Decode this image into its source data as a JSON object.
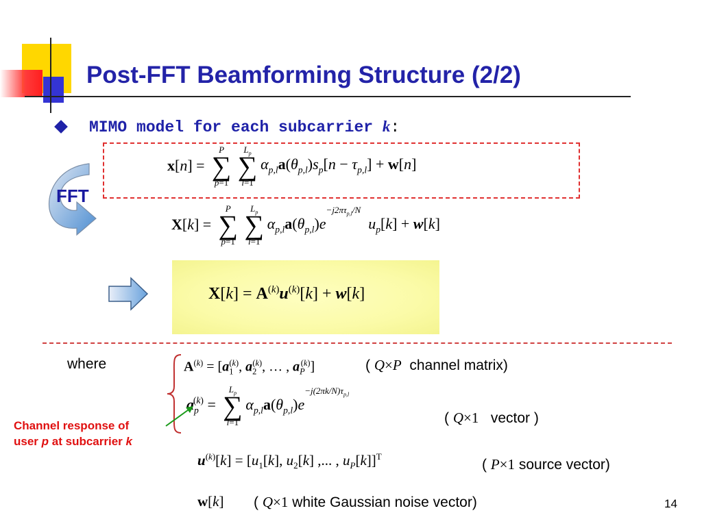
{
  "slide": {
    "title": "Post-FFT Beamforming Structure (2/2)",
    "bullet": "MIMO model for each subcarrier",
    "bullet_var": "k",
    "bullet_colon": ":",
    "fft_label": "FFT",
    "where_label": "where",
    "note_line1": "Channel response of",
    "note_line2_prefix": "user",
    "note_line2_p": "p",
    "note_line2_mid": "at subcarrier",
    "note_line2_k": "k",
    "desc_A": "channel matrix)",
    "desc_a": "vector )",
    "desc_u": "source vector)",
    "desc_w": "white Gaussian noise vector)",
    "page_number": "14"
  },
  "colors": {
    "title": "#2323a8",
    "bullet": "#1f22a8",
    "dashed_box": "#e03030",
    "note": "#e01010",
    "panel": "#fbfba8",
    "arrow": "#5b9bd5"
  }
}
